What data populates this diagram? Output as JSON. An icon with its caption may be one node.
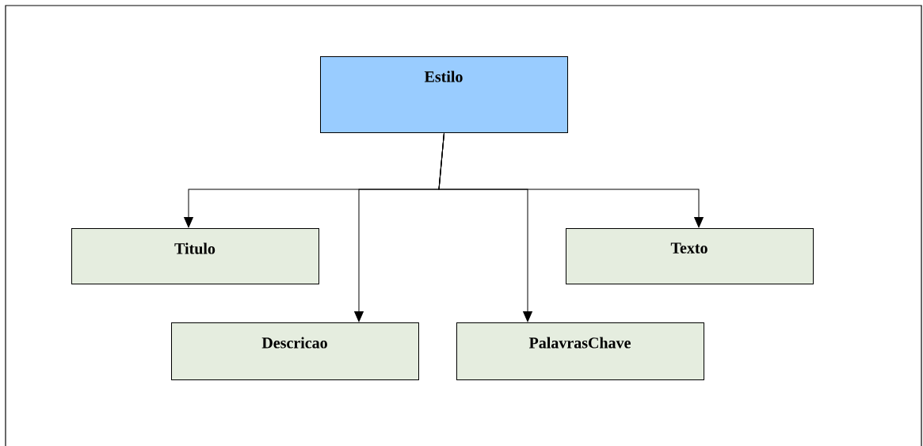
{
  "diagram": {
    "nodes": [
      {
        "text": [
          "Estilo"
        ]
      },
      {
        "text": [
          "Titulo"
        ]
      },
      {
        "text": [
          "Descricao"
        ]
      },
      {
        "text": [
          "PalavrasChave"
        ]
      },
      {
        "text": [
          "Texto"
        ]
      }
    ],
    "edges": [
      {
        "from": 0,
        "to": 1,
        "arrow": "to"
      },
      {
        "from": 0,
        "to": 2,
        "arrow": "to"
      },
      {
        "from": 0,
        "to": 3,
        "arrow": "to"
      },
      {
        "from": 0,
        "to": 4,
        "arrow": "to"
      }
    ]
  }
}
